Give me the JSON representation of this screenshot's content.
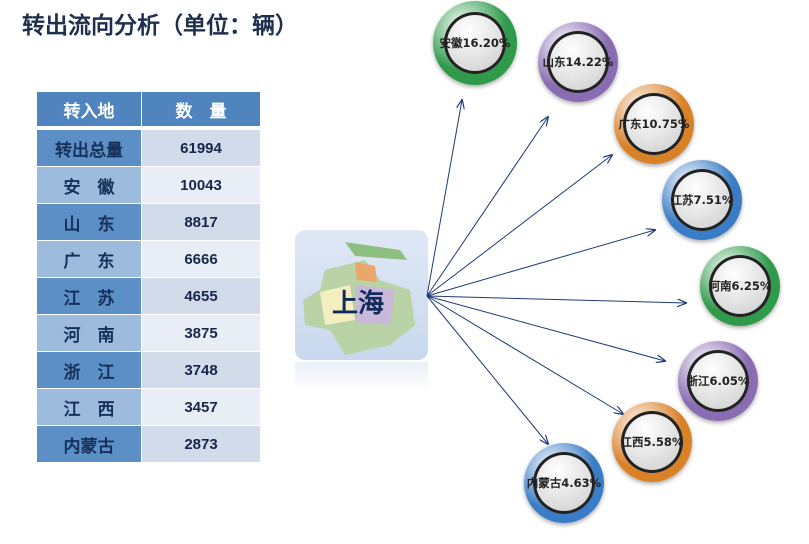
{
  "title": "转出流向分析（单位：辆）",
  "table": {
    "headers": [
      "转入地",
      "数　量"
    ],
    "rows": [
      [
        "转出总量",
        "61994"
      ],
      [
        "安　徽",
        "10043"
      ],
      [
        "山　东",
        "8817"
      ],
      [
        "广　东",
        "6666"
      ],
      [
        "江　苏",
        "4655"
      ],
      [
        "河　南",
        "3875"
      ],
      [
        "浙　江",
        "3748"
      ],
      [
        "江　西",
        "3457"
      ],
      [
        "内蒙古",
        "2873"
      ]
    ]
  },
  "origin": "上海",
  "destinations": [
    {
      "label": "安徽16.20%",
      "color": "#2e9a4a"
    },
    {
      "label": "山东14.22%",
      "color": "#8a6cb3"
    },
    {
      "label": "广东10.75%",
      "color": "#d98127"
    },
    {
      "label": "江苏7.51%",
      "color": "#3a7cc6"
    },
    {
      "label": "河南6.25%",
      "color": "#2e9a4a"
    },
    {
      "label": "浙江6.05%",
      "color": "#8a6cb3"
    },
    {
      "label": "江西5.58%",
      "color": "#d98127"
    },
    {
      "label": "内蒙古4.63%",
      "color": "#3a7cc6"
    }
  ]
}
